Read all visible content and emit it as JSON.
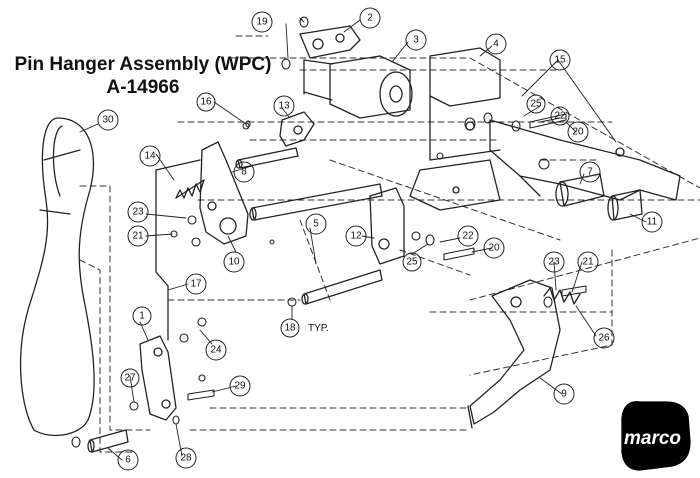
{
  "title": {
    "line1": "Pin Hanger Assembly (WPC)",
    "line2": "A-14966"
  },
  "typ_label": "TYP.",
  "brand": {
    "name": "marco",
    "color": "#000000"
  },
  "callouts": [
    "1",
    "2",
    "3",
    "4",
    "5",
    "6",
    "7",
    "8",
    "9",
    "10",
    "11",
    "12",
    "13",
    "14",
    "15",
    "16",
    "17",
    "18",
    "19",
    "20",
    "20",
    "21",
    "21",
    "22",
    "22",
    "23",
    "23",
    "24",
    "25",
    "25",
    "26",
    "27",
    "28",
    "29",
    "30"
  ]
}
